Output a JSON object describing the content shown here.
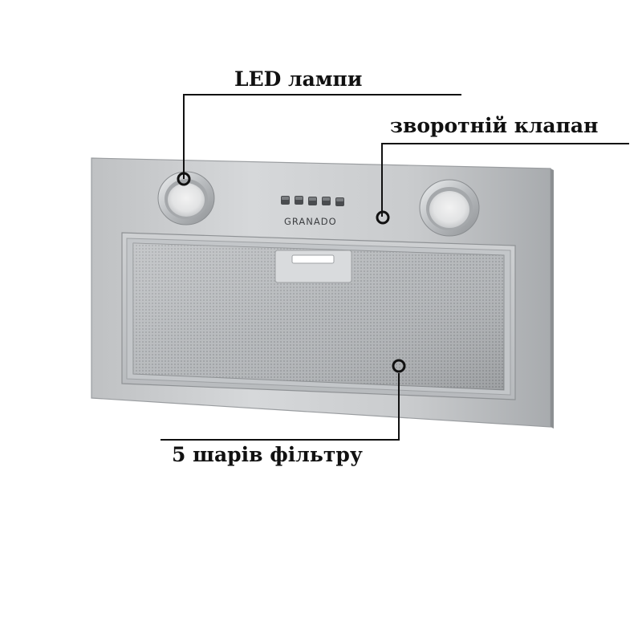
{
  "product": {
    "brand": "GRANADO",
    "button_count": 5
  },
  "callouts": {
    "led": "LED лампи",
    "valve": "зворотній клапан",
    "filter": "5 шарів фільтру"
  },
  "colors": {
    "callout_line": "#111111",
    "steel_light": "#d4d6d8",
    "steel_dark": "#8d9093",
    "mesh": "#a9acaf",
    "background": "#ffffff"
  }
}
